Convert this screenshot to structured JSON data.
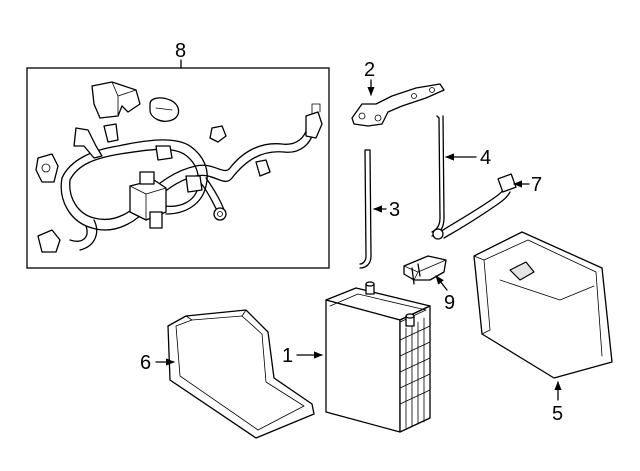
{
  "callouts": {
    "battery": "1",
    "hold_down_bracket": "2",
    "hold_down_rod_left": "3",
    "hold_down_rod_right": "4",
    "insulator": "5",
    "tray": "6",
    "negative_cable": "7",
    "cable_harness": "8",
    "sensor_bracket": "9"
  }
}
